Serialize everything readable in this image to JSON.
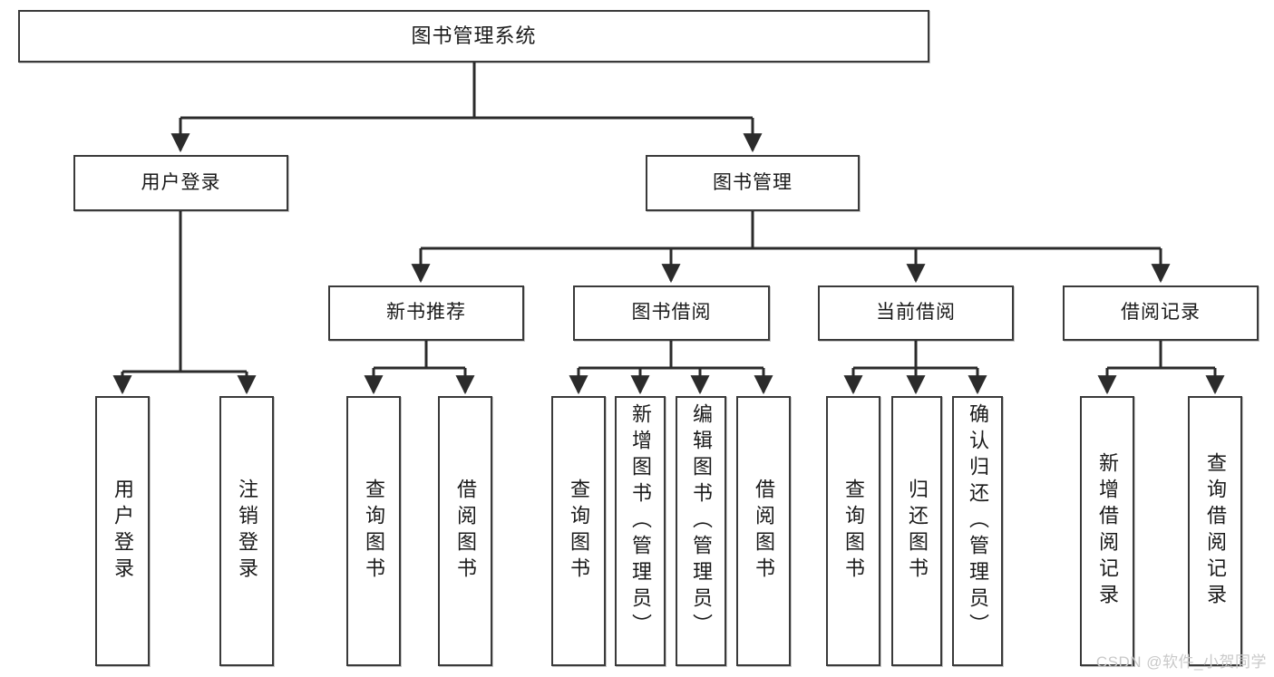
{
  "diagram": {
    "title": "图书管理系统",
    "type": "tree-hierarchy-chart",
    "watermark": "CSDN @软件_小贺同学",
    "colors": {
      "box_border": "#3a3a3a",
      "box_fill": "#ffffff",
      "edge": "#2b2b2b",
      "text": "#1a1a1a",
      "watermark": "#c9c9c9"
    },
    "levels": {
      "root": {
        "label": "图书管理系统"
      },
      "level2": [
        {
          "label": "用户登录"
        },
        {
          "label": "图书管理"
        }
      ],
      "level3": [
        {
          "label": "新书推荐"
        },
        {
          "label": "图书借阅"
        },
        {
          "label": "当前借阅"
        },
        {
          "label": "借阅记录"
        }
      ],
      "leaves": [
        {
          "label": "用户登录",
          "parent": "用户登录"
        },
        {
          "label": "注销登录",
          "parent": "用户登录"
        },
        {
          "label": "查询图书",
          "parent": "新书推荐"
        },
        {
          "label": "借阅图书",
          "parent": "新书推荐"
        },
        {
          "label": "查询图书",
          "parent": "图书借阅"
        },
        {
          "label": "新增图书（管理员）",
          "parent": "图书借阅"
        },
        {
          "label": "编辑图书（管理员）",
          "parent": "图书借阅"
        },
        {
          "label": "借阅图书",
          "parent": "图书借阅"
        },
        {
          "label": "查询图书",
          "parent": "当前借阅"
        },
        {
          "label": "归还图书",
          "parent": "当前借阅"
        },
        {
          "label": "确认归还（管理员）",
          "parent": "当前借阅"
        },
        {
          "label": "新增借阅记录",
          "parent": "借阅记录"
        },
        {
          "label": "查询借阅记录",
          "parent": "借阅记录"
        }
      ]
    }
  }
}
